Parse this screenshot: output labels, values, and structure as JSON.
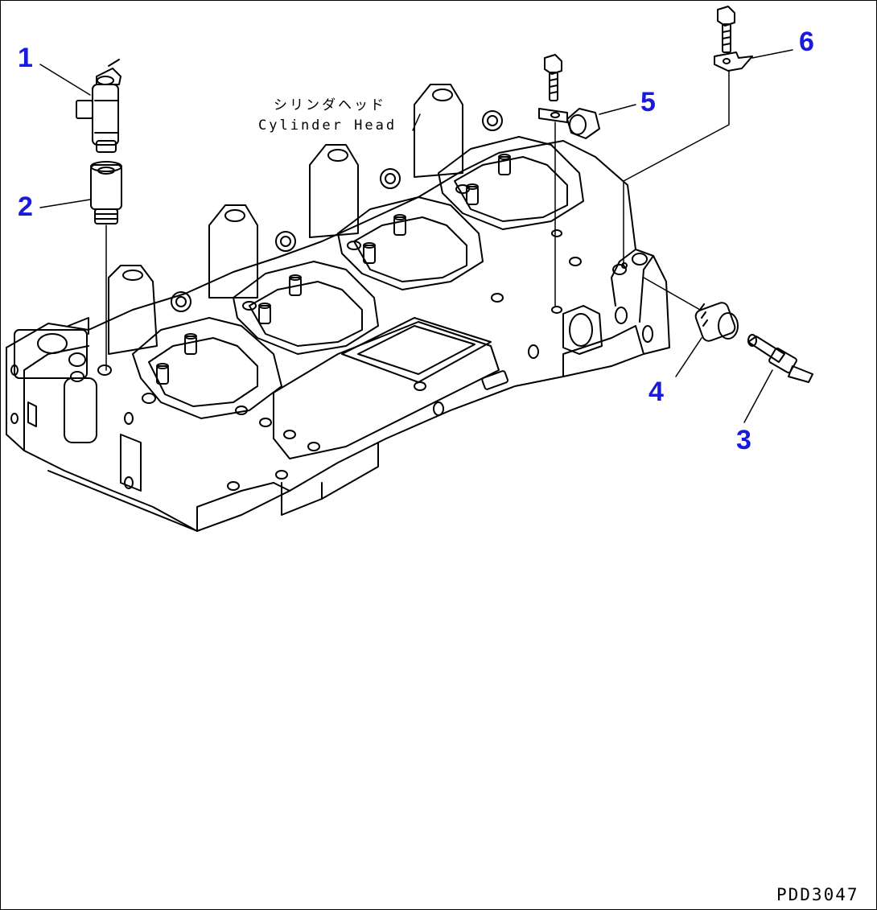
{
  "diagram": {
    "part_label_jp": "シリンダヘッド",
    "part_label_en": "Cylinder Head",
    "drawing_number": "PDD3047",
    "callouts": [
      "1",
      "2",
      "3",
      "4",
      "5",
      "6"
    ],
    "colors": {
      "callout": "#1a1adc",
      "line": "#000000",
      "background": "#ffffff"
    }
  }
}
